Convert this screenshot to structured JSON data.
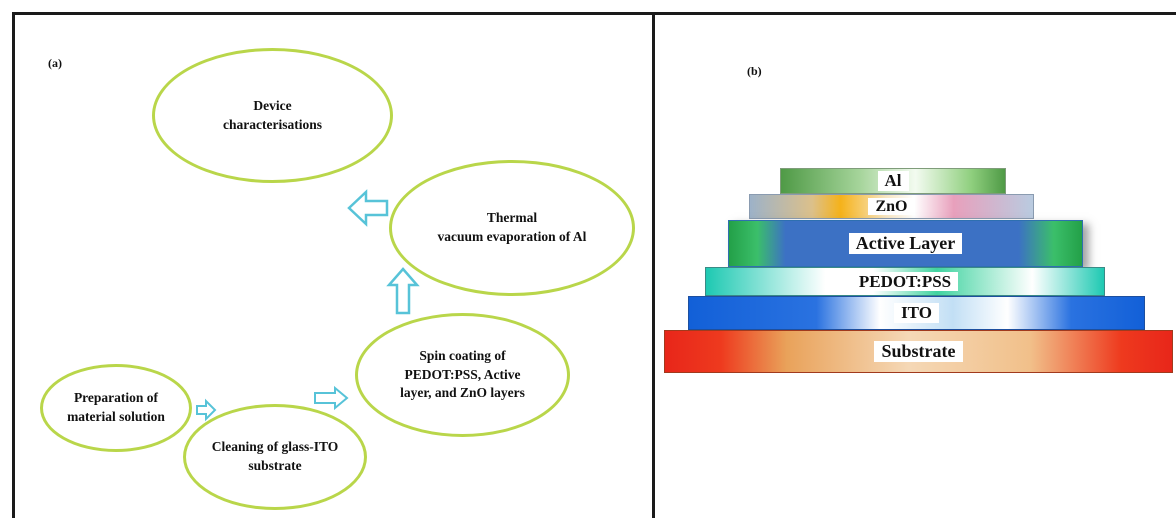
{
  "panel_a": {
    "label": "(a)",
    "steps": [
      {
        "id": "prep",
        "text": "Preparation of\nmaterial solution"
      },
      {
        "id": "clean",
        "text": "Cleaning of glass-ITO\nsubstrate"
      },
      {
        "id": "spin",
        "text": "Spin coating of\nPEDOT:PSS, Active\nlayer, and ZnO layers"
      },
      {
        "id": "thermal",
        "text": "Thermal\nvacuum evaporation of Al"
      },
      {
        "id": "device",
        "text": "Device\ncharacterisations"
      }
    ],
    "colors": {
      "ellipse_border": "#b9d64a",
      "arrow": "#57c3d8"
    }
  },
  "panel_b": {
    "label": "(b)",
    "layers": [
      {
        "name": "Al",
        "gradient": "linear-gradient(90deg,#4f9a46 0%,#a5d49a 35%,#f3fbf0 60%,#8fcf7e 85%,#4f9a46 100%)"
      },
      {
        "name": "ZnO",
        "gradient": "linear-gradient(90deg,#9db2c8 0%,#dcc08a 22%,#f5b21a 32%,#f8e6c2 48%,#ffffff 58%,#e8a0bc 72%,#b9cbe0 100%)"
      },
      {
        "name": "Active Layer",
        "gradient": "linear-gradient(90deg,#23a048 0%,#3bbf6a 8%,#3c71c4 16%,#3c71c4 82%,#3bbf6a 92%,#23a048 100%)"
      },
      {
        "name": "PEDOT:PSS",
        "gradient": "linear-gradient(90deg,#1ec9b2 0%,#ffffff 30%,#ffffff 42%,#40d3a0 58%,#ffffff 82%,#1ec9b2 100%)"
      },
      {
        "name": "ITO",
        "gradient": "linear-gradient(90deg,#1260d8 0%,#2a72e0 28%,#ffffff 42%,#c2dff5 58%,#ffffff 70%,#2a72e0 84%,#1260d8 100%)"
      },
      {
        "name": "Substrate",
        "gradient": "linear-gradient(90deg,#e8261a 0%,#ee3a1e 11%,#e9a25a 24%,#f5d8b6 48%,#f1c08a 72%,#ee3a1e 90%,#e8261a 100%)"
      }
    ]
  }
}
